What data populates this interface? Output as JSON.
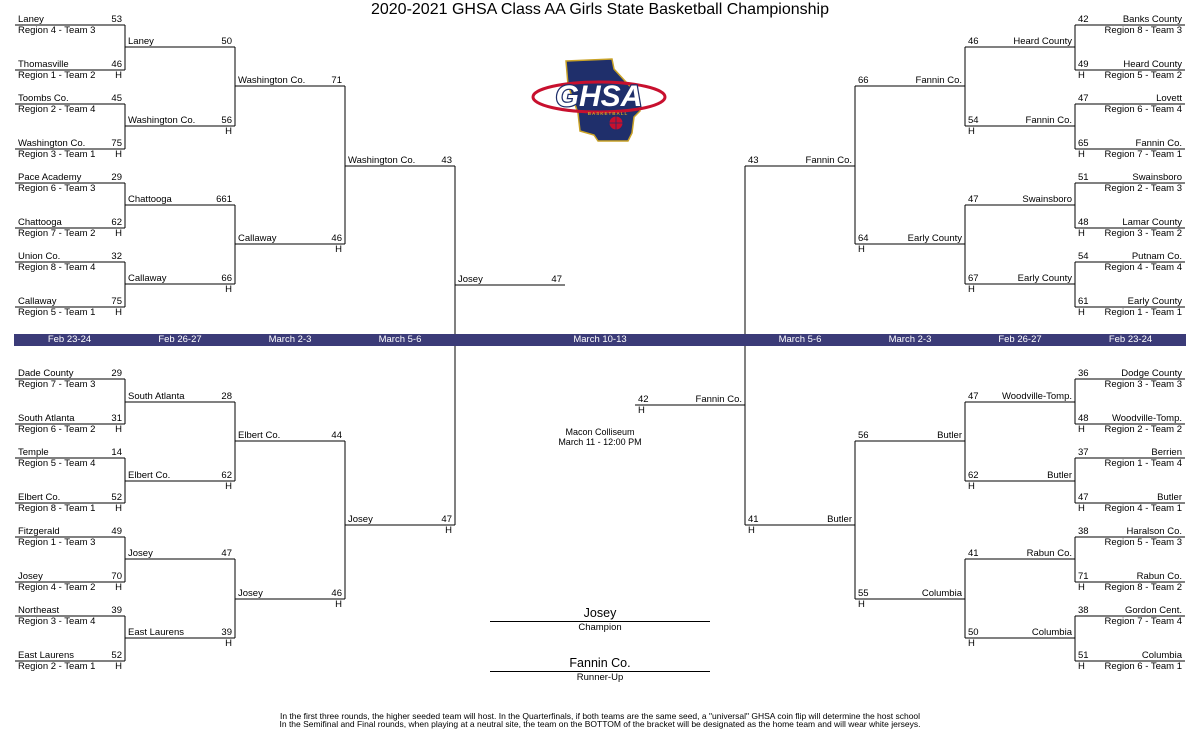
{
  "title": "2020-2021 GHSA Class AA Girls State Basketball Championship",
  "logo": {
    "text": "GHSA",
    "subtext": "BASKETBALL",
    "icon": "basketball-icon",
    "colors": {
      "navy": "#1f2f6b",
      "red": "#c8102e",
      "gold": "#c9a227"
    }
  },
  "colors": {
    "date_bar": "#3b3b78",
    "date_text": "#ffffff",
    "lines": "#000000"
  },
  "home_marker": "H",
  "dates": [
    "Feb 23-24",
    "Feb 26-27",
    "March 2-3",
    "March 5-6",
    "March 10-13",
    "March 5-6",
    "March 2-3",
    "Feb 26-27",
    "Feb 23-24"
  ],
  "round1_left": [
    {
      "name": "Laney",
      "seed": "Region 4 - Team 3",
      "score": "53"
    },
    {
      "name": "Thomasville",
      "seed": "Region 1 - Team 2",
      "score": "46"
    },
    {
      "name": "Toombs Co.",
      "seed": "Region 2 - Team 4",
      "score": "45"
    },
    {
      "name": "Washington Co.",
      "seed": "Region 3 - Team 1",
      "score": "75"
    },
    {
      "name": "Pace Academy",
      "seed": "Region 6 - Team 3",
      "score": "29"
    },
    {
      "name": "Chattooga",
      "seed": "Region 7 - Team 2",
      "score": "62"
    },
    {
      "name": "Union Co.",
      "seed": "Region 8 - Team 4",
      "score": "32"
    },
    {
      "name": "Callaway",
      "seed": "Region 5 - Team 1",
      "score": "75"
    },
    {
      "name": "Dade County",
      "seed": "Region 7 - Team 3",
      "score": "29"
    },
    {
      "name": "South Atlanta",
      "seed": "Region 6 - Team 2",
      "score": "31"
    },
    {
      "name": "Temple",
      "seed": "Region 5 - Team 4",
      "score": "14"
    },
    {
      "name": "Elbert Co.",
      "seed": "Region 8 - Team 1",
      "score": "52"
    },
    {
      "name": "Fitzgerald",
      "seed": "Region 1 - Team 3",
      "score": "49"
    },
    {
      "name": "Josey",
      "seed": "Region 4 - Team 2",
      "score": "70"
    },
    {
      "name": "Northeast",
      "seed": "Region 3 - Team 4",
      "score": "39"
    },
    {
      "name": "East Laurens",
      "seed": "Region 2 - Team 1",
      "score": "52"
    }
  ],
  "round2_left": [
    {
      "name": "Laney",
      "score": "50"
    },
    {
      "name": "Washington Co.",
      "score": "56"
    },
    {
      "name": "Chattooga",
      "score": "661"
    },
    {
      "name": "Callaway",
      "score": "66"
    },
    {
      "name": "South Atlanta",
      "score": "28"
    },
    {
      "name": "Elbert Co.",
      "score": "62"
    },
    {
      "name": "Josey",
      "score": "47"
    },
    {
      "name": "East Laurens",
      "score": "39"
    }
  ],
  "round3_left": [
    {
      "name": "Washington Co.",
      "score": "71"
    },
    {
      "name": "Callaway",
      "score": "46"
    },
    {
      "name": "Elbert Co.",
      "score": "44"
    },
    {
      "name": "Josey",
      "score": "46"
    }
  ],
  "round4_left": [
    {
      "name": "Washington Co.",
      "score": "43"
    },
    {
      "name": "Josey",
      "score": "47"
    }
  ],
  "semifinal_left": {
    "name": "Josey",
    "score": "47"
  },
  "round1_right": [
    {
      "name": "Banks County",
      "seed": "Region 8 - Team 3",
      "score": "42"
    },
    {
      "name": "Heard County",
      "seed": "Region 5 - Team 2",
      "score": "49"
    },
    {
      "name": "Lovett",
      "seed": "Region  6 - Team 4",
      "score": "47"
    },
    {
      "name": "Fannin Co.",
      "seed": "Region 7 - Team 1",
      "score": "65"
    },
    {
      "name": "Swainsboro",
      "seed": "Region 2 - Team 3",
      "score": "51"
    },
    {
      "name": "Lamar County",
      "seed": "Region 3 - Team 2",
      "score": "48"
    },
    {
      "name": "Putnam Co.",
      "seed": "Region 4 - Team 4",
      "score": "54"
    },
    {
      "name": "Early County",
      "seed": "Region 1 - Team 1",
      "score": "61"
    },
    {
      "name": "Dodge County",
      "seed": "Region 3 - Team 3",
      "score": "36"
    },
    {
      "name": "Woodville-Tomp.",
      "seed": "Region 2 - Team 2",
      "score": "48"
    },
    {
      "name": "Berrien",
      "seed": "Region 1 - Team 4",
      "score": "37"
    },
    {
      "name": "Butler",
      "seed": "Region 4 - Team 1",
      "score": "47"
    },
    {
      "name": "Haralson Co.",
      "seed": "Region 5 - Team 3",
      "score": "38"
    },
    {
      "name": "Rabun Co.",
      "seed": "Region 8 - Team 2",
      "score": "71"
    },
    {
      "name": "Gordon Cent.",
      "seed": "Region 7 - Team 4",
      "score": "38"
    },
    {
      "name": "Columbia",
      "seed": "Region 6 - Team 1",
      "score": "51"
    }
  ],
  "round2_right": [
    {
      "name": "Heard County",
      "score": "46"
    },
    {
      "name": "Fannin Co.",
      "score": "54"
    },
    {
      "name": "Swainsboro",
      "score": "47"
    },
    {
      "name": "Early County",
      "score": "67"
    },
    {
      "name": "Woodville-Tomp.",
      "score": "47"
    },
    {
      "name": "Butler",
      "score": "62"
    },
    {
      "name": "Rabun Co.",
      "score": "41"
    },
    {
      "name": "Columbia",
      "score": "50"
    }
  ],
  "round3_right": [
    {
      "name": "Fannin Co.",
      "score": "66"
    },
    {
      "name": "Early County",
      "score": "64"
    },
    {
      "name": "Butler",
      "score": "56"
    },
    {
      "name": "Columbia",
      "score": "55"
    }
  ],
  "round4_right": [
    {
      "name": "Fannin Co.",
      "score": "43"
    },
    {
      "name": "Butler",
      "score": "41"
    }
  ],
  "semifinal_right": {
    "name": "Fannin Co.",
    "score": "42"
  },
  "venue": {
    "name": "Macon Colliseum",
    "time": "March 11 - 12:00 PM"
  },
  "champion": {
    "name": "Josey",
    "label": "Champion"
  },
  "runner_up": {
    "name": "Fannin Co.",
    "label": "Runner-Up"
  },
  "footer": {
    "line1": "In the first three rounds, the higher seeded team will host. In the Quarterfinals, if both teams are the same seed, a \"universal\" GHSA coin flip will determine the host school",
    "line2": "In the Semifinal and Final rounds, when playing at a neutral site, the team on the BOTTOM of the bracket will be designated as the home team and will wear white jerseys."
  }
}
